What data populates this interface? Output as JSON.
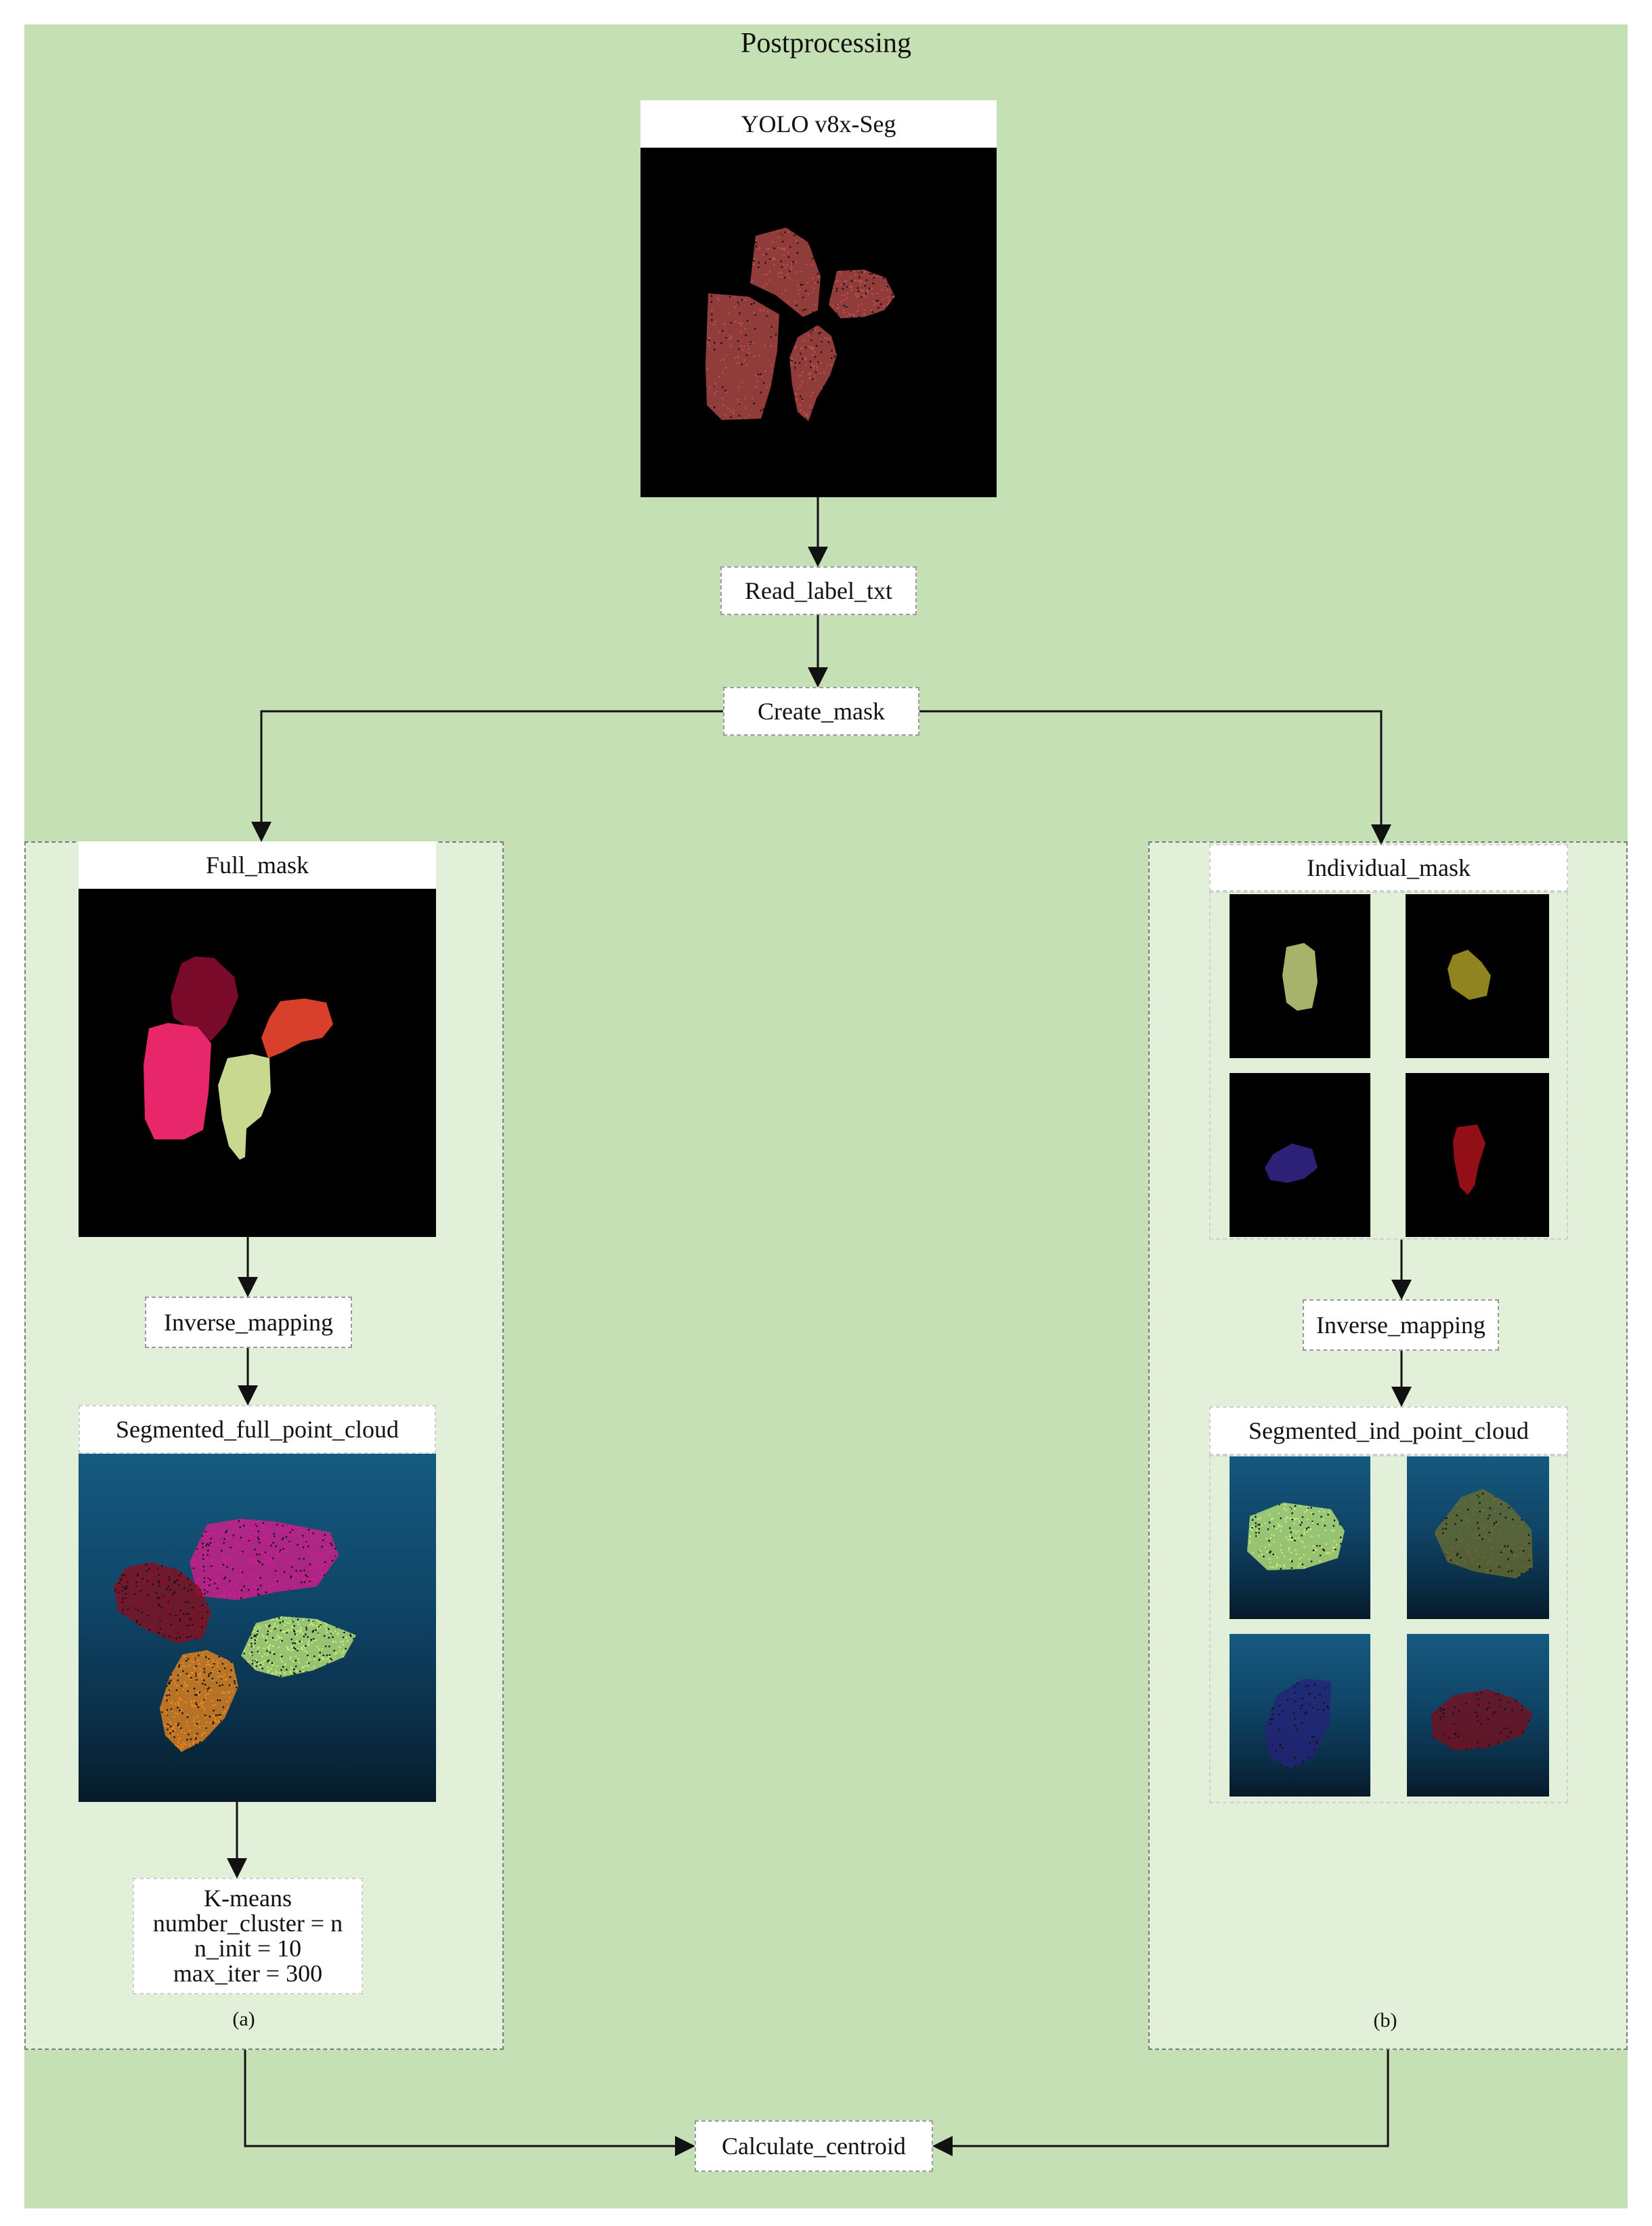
{
  "title": "Postprocessing",
  "nodes": {
    "yolo": "YOLO v8x-Seg",
    "read_label": "Read_label_txt",
    "create_mask": "Create_mask",
    "full_mask": "Full_mask",
    "individual_mask": "Individual_mask",
    "inverse_mapping_left": "Inverse_mapping",
    "inverse_mapping_right": "Inverse_mapping",
    "segmented_full": "Segmented_full_point_cloud",
    "segmented_ind": "Segmented_ind_point_cloud",
    "calculate_centroid": "Calculate_centroid"
  },
  "kmeans": {
    "title": "K-means",
    "line1": "number_cluster = n",
    "line2": "n_init = 10",
    "line3": "max_iter = 300"
  },
  "captions": {
    "left": "(a)",
    "right": "(b)"
  },
  "colors": {
    "background": "#c5e0b4",
    "panel": "#e2f0d9",
    "yolo_segments": "#c0504d",
    "full_mask_segments": [
      "#7a0a2a",
      "#d9402c",
      "#e8276b",
      "#c9d88f"
    ],
    "individual_mask_segments": [
      "#a7b26a",
      "#8f8420",
      "#2c2176",
      "#930f17"
    ],
    "full_point_cloud_segments": [
      "#e01a8e",
      "#8b0c1c",
      "#c6f07a",
      "#f08a1c"
    ],
    "ind_point_cloud_segments": [
      "#c6f07a",
      "#6e6e2e",
      "#26227a",
      "#7a0e1c"
    ]
  }
}
